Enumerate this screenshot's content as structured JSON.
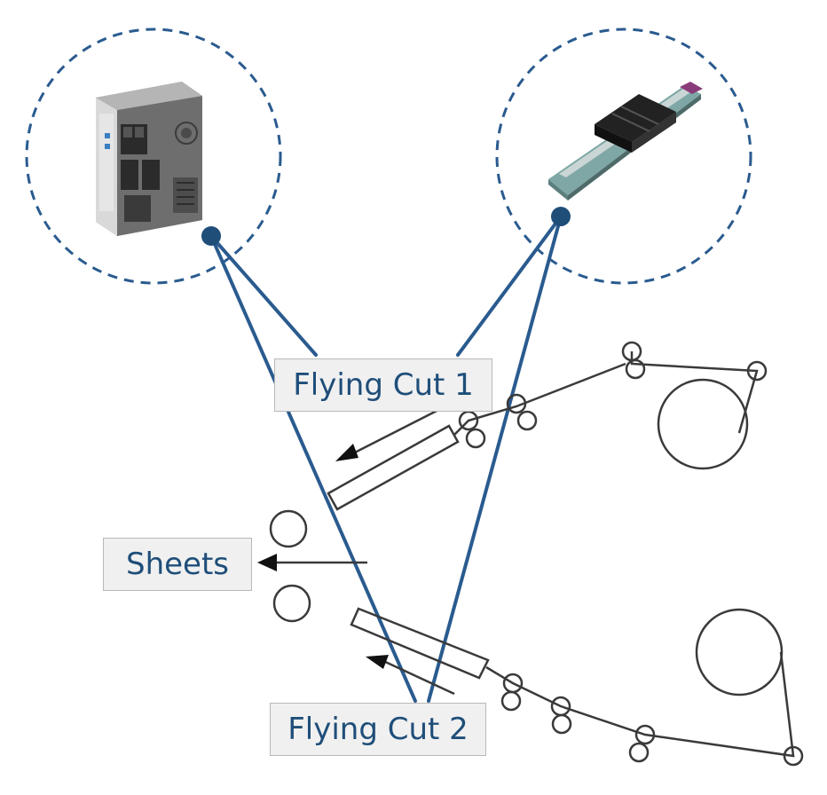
{
  "labels": {
    "flying_cut_1": "Flying Cut 1",
    "sheets": "Sheets",
    "flying_cut_2": "Flying Cut 2"
  },
  "colors": {
    "connector": "#2a5b8f",
    "label_text": "#1f4e79",
    "label_fill": "#f0f0f0",
    "machine_line": "#3a3a3a"
  },
  "icons": {
    "servo_drive": "servo-drive-icon",
    "linear_actuator": "linear-actuator-icon"
  }
}
